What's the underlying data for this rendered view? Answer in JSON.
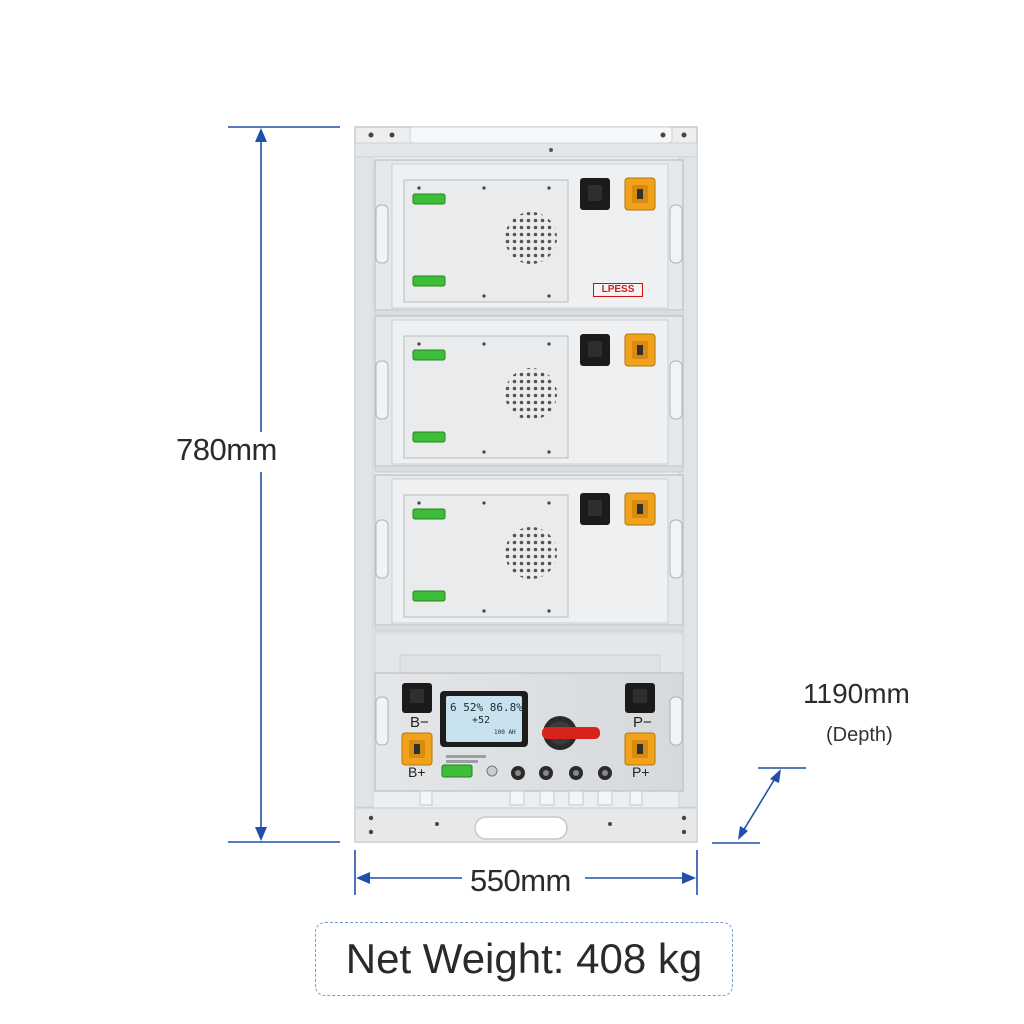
{
  "dimensions": {
    "height": "780mm",
    "width": "550mm",
    "depth": "1190mm",
    "depth_note": "(Depth)"
  },
  "net_weight": "Net Weight: 408 kg",
  "brand": "LPESS",
  "colors": {
    "dimension_line": "#1f4fa8",
    "cabinet": "#e9ebec",
    "module_panel": "#dcdfe1",
    "connector_green": "#3dbd3a",
    "terminal_orange": "#f0a21c",
    "switch_red": "#d8221c",
    "lcd": "#c9e3ee"
  },
  "control_panel": {
    "b_minus": "B−",
    "b_plus": "B+",
    "p_minus": "P−",
    "p_plus": "P+",
    "lcd_line1": "6 52% 86.8%",
    "lcd_line2": "+52",
    "lcd_line3": "100 AH"
  },
  "icons": [
    "vent-grille-icon",
    "rotary-switch-icon",
    "terminal-icon"
  ]
}
